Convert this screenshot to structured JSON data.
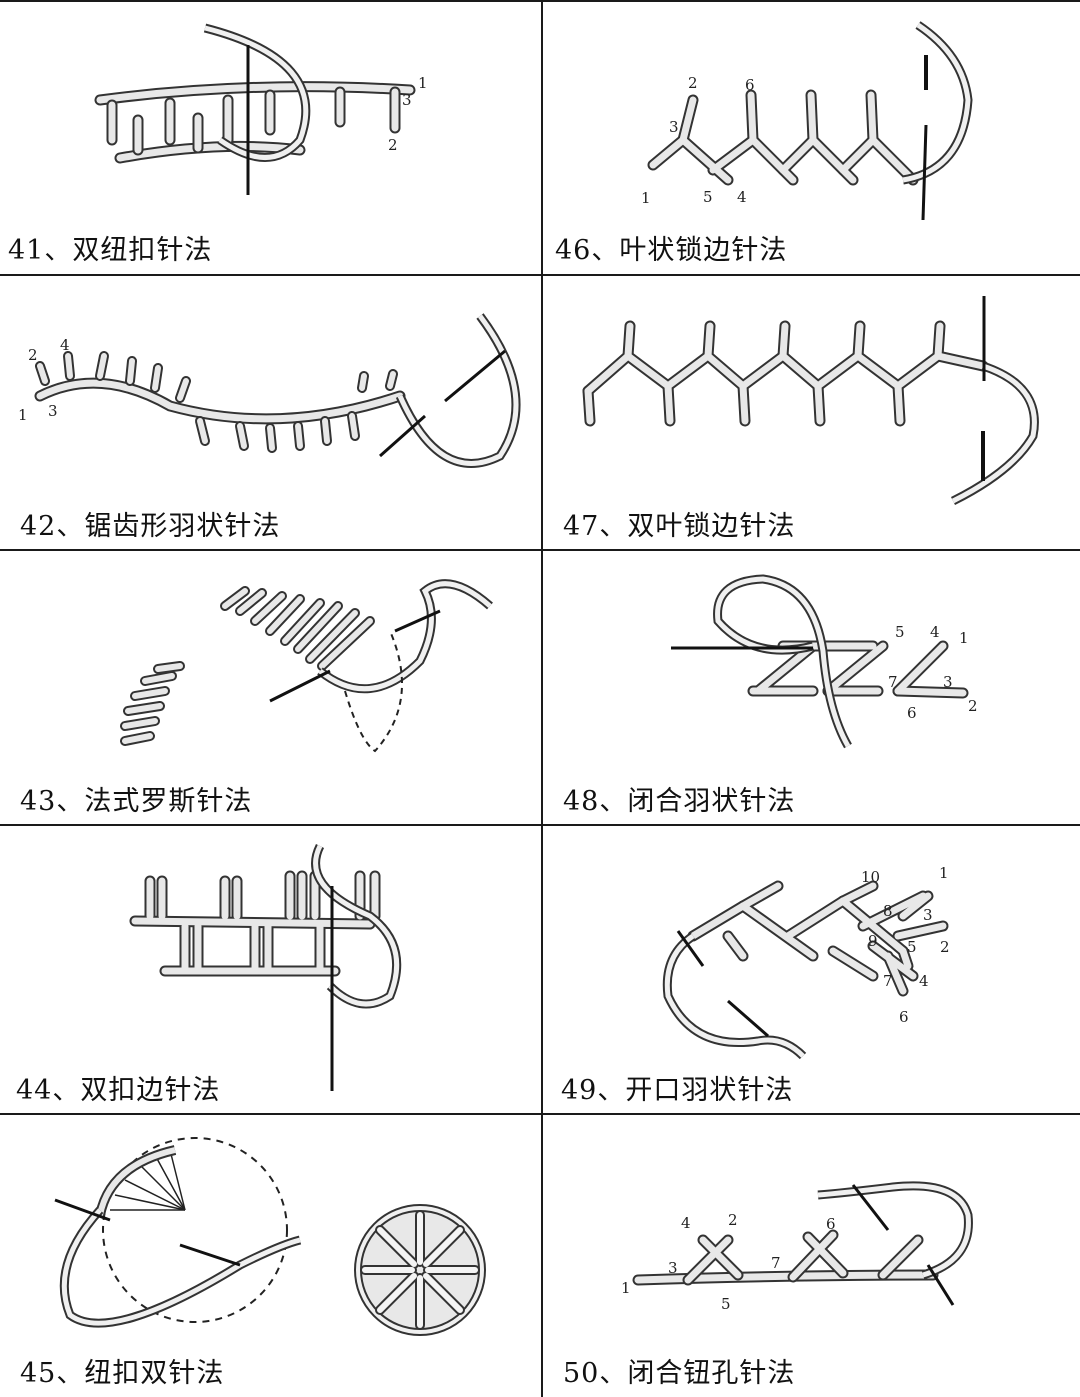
{
  "items": [
    {
      "label": "41、双纽扣针法",
      "steps": [
        "1",
        "3",
        "2"
      ]
    },
    {
      "label": "42、锯齿形羽状针法",
      "steps": [
        "2",
        "4",
        "1",
        "3"
      ]
    },
    {
      "label": "43、法式罗斯针法",
      "steps": []
    },
    {
      "label": "44、双扣边针法",
      "steps": []
    },
    {
      "label": "45、纽扣双针法",
      "steps": []
    },
    {
      "label": "46、叶状锁边针法",
      "steps": [
        "2",
        "6",
        "3",
        "1",
        "5",
        "4"
      ]
    },
    {
      "label": "47、双叶锁边针法",
      "steps": []
    },
    {
      "label": "48、闭合羽状针法",
      "steps": [
        "5",
        "4",
        "1",
        "7",
        "3",
        "6",
        "2"
      ]
    },
    {
      "label": "49、开口羽状针法",
      "steps": [
        "10",
        "1",
        "8",
        "3",
        "9",
        "5",
        "2",
        "7",
        "4",
        "6"
      ]
    },
    {
      "label": "50、闭合钮孔针法",
      "steps": [
        "4",
        "2",
        "6",
        "3",
        "7",
        "1",
        "5"
      ]
    }
  ]
}
